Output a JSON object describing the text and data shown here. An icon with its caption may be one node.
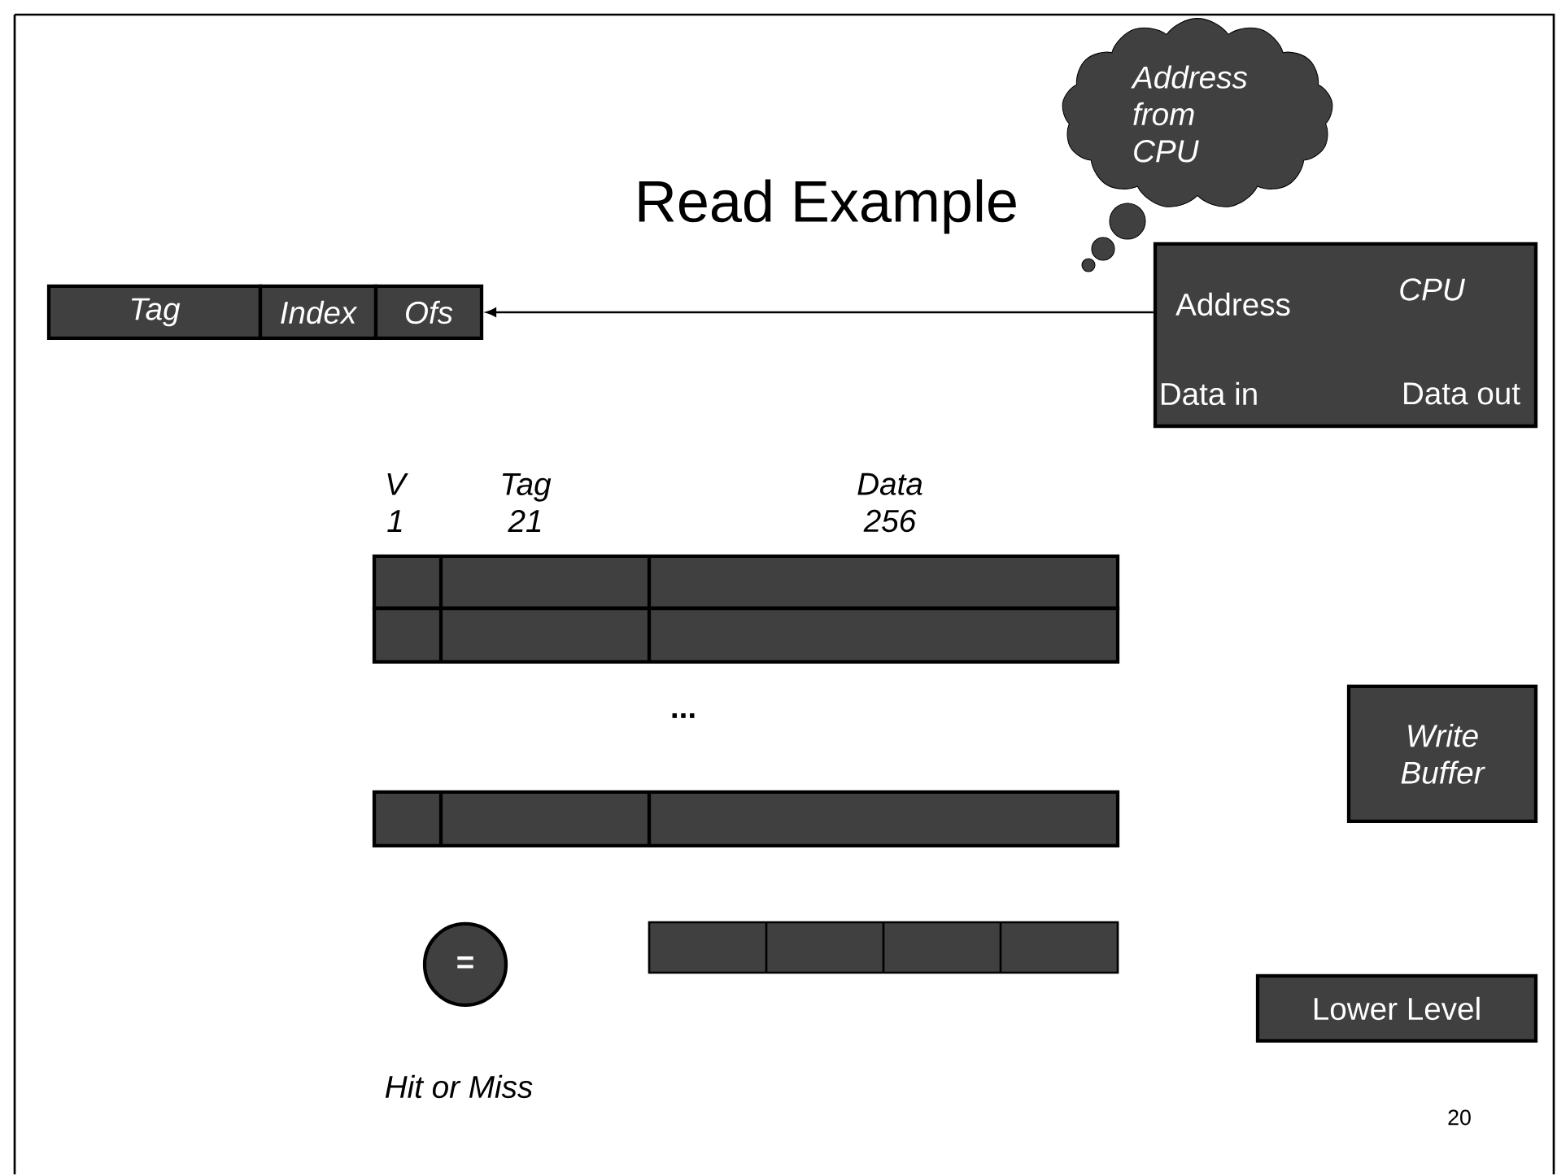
{
  "diagram": {
    "title": "Read Example",
    "nodes": [
      {
        "text": [
          "Tag"
        ]
      },
      {
        "text": [
          "Index"
        ]
      },
      {
        "text": [
          "Ofs"
        ]
      },
      {
        "text": [
          "CPU",
          "Address",
          "Data in",
          "Data out"
        ]
      },
      {
        "text": [
          "Address from CPU"
        ]
      },
      {
        "text": [
          "Write Buffer"
        ]
      },
      {
        "text": [
          "Lower Level"
        ]
      },
      {
        "text": [
          "="
        ]
      }
    ],
    "edges": [
      {
        "from": 3,
        "to": 2,
        "arrow": "to"
      }
    ],
    "labels": [
      "V 1",
      "Tag 21",
      "Data 256",
      "...",
      "Hit or Miss",
      "20"
    ]
  }
}
